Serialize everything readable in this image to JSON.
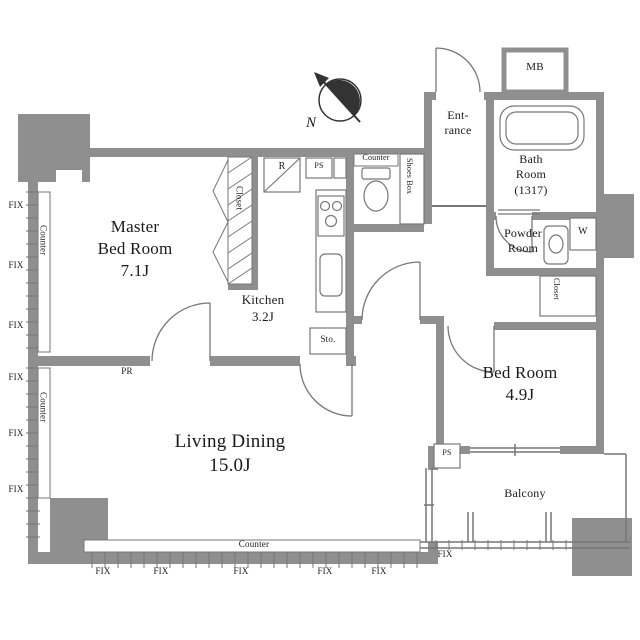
{
  "labels": {
    "master_bedroom": "Master\nBed Room\n7.1J",
    "kitchen": "Kitchen\n3.2J",
    "living_dining": "Living Dining\n15.0J",
    "bedroom": "Bed Room\n4.9J",
    "bathroom": "Bath\nRoom\n(1317)",
    "powder_room": "Powder\nRoom",
    "entrance": "Ent-\nrance",
    "balcony": "Balcony",
    "mb": "MB",
    "north": "N",
    "fix": "FIX",
    "counter": "Counter",
    "closet": "Closet",
    "shoes_box": "Shoes Box",
    "refrigerator": "R",
    "washer": "W",
    "storage": "Sto.",
    "pipe_space": "PS",
    "pr": "PR"
  },
  "colors": {
    "wall": "#8f8f8f",
    "line": "#777777",
    "text": "#1a1a1a"
  }
}
